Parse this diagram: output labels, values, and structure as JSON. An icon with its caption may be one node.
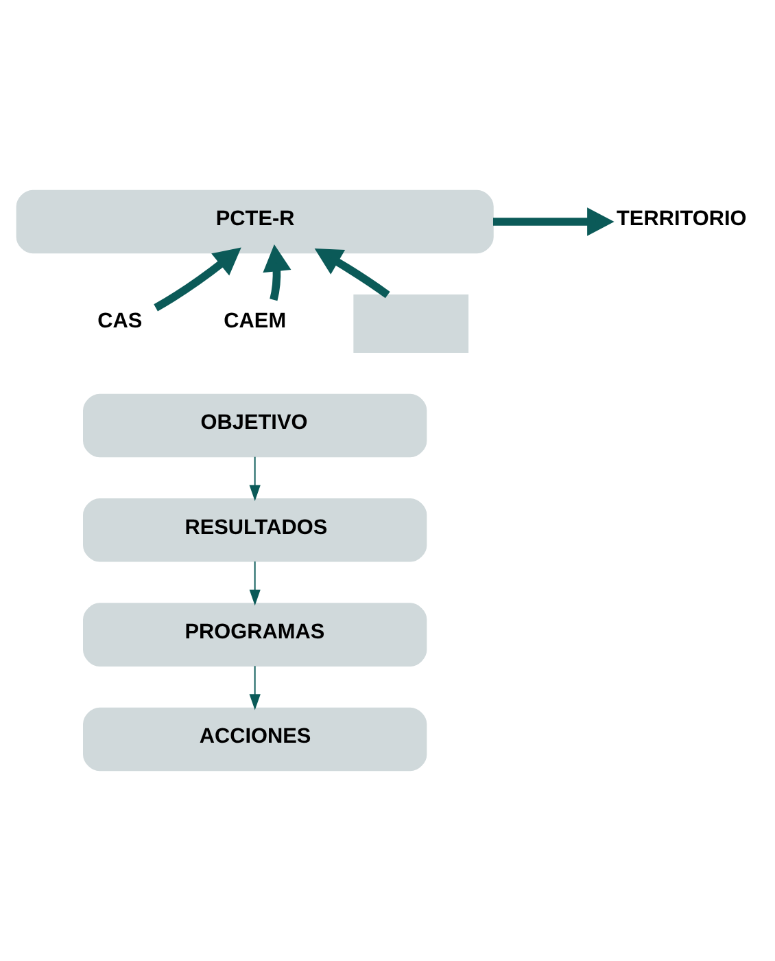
{
  "diagram": {
    "nodes": [
      {
        "text": [
          "PCTE-R"
        ]
      },
      {
        "text": [
          "TERRITORIO"
        ]
      },
      {
        "text": [
          "CAS"
        ]
      },
      {
        "text": [
          "CAEM"
        ]
      },
      {
        "text": [],
        "shape": "box"
      },
      {
        "text": [
          "OBJETIVO"
        ]
      },
      {
        "text": [
          "RESULTADOS"
        ]
      },
      {
        "text": [
          "PROGRAMAS"
        ]
      },
      {
        "text": [
          "ACCIONES"
        ]
      }
    ],
    "edges": [
      {
        "from": 0,
        "to": 1,
        "arrow": "to"
      },
      {
        "from": 2,
        "to": 0,
        "arrow": "to"
      },
      {
        "from": 3,
        "to": 0,
        "arrow": "to"
      },
      {
        "from": 4,
        "to": 0,
        "arrow": "to"
      },
      {
        "from": 5,
        "to": 6,
        "arrow": "to"
      },
      {
        "from": 6,
        "to": 7,
        "arrow": "to"
      },
      {
        "from": 7,
        "to": 8,
        "arrow": "to"
      }
    ]
  }
}
